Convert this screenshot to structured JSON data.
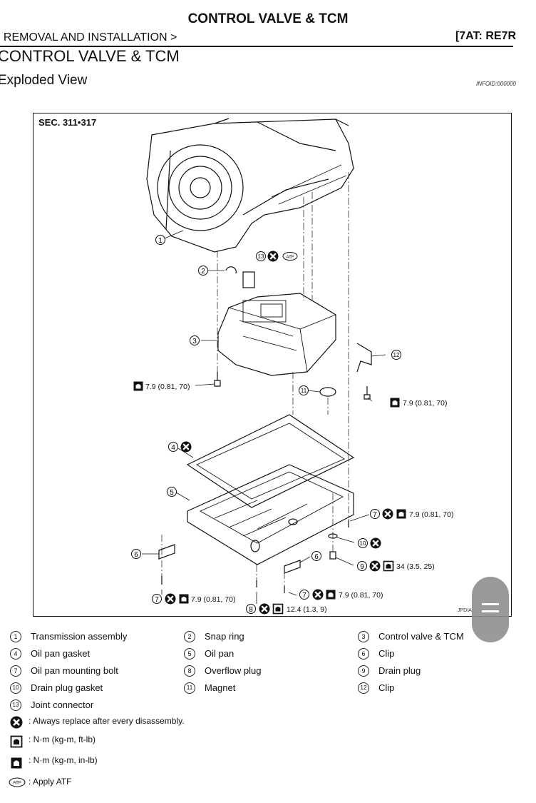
{
  "header": {
    "title": "CONTROL VALVE & TCM",
    "breadcrumb": ": REMOVAL AND INSTALLATION >",
    "code": "[7AT: RE7R"
  },
  "section_title": "CONTROL VALVE & TCM",
  "sub_title": "Exploded View",
  "info_id": "INFOID:000000",
  "figure": {
    "sec": "SEC. 311•317",
    "fig_id": "JPDIA1",
    "callouts": {
      "c1": "1",
      "c2": "2",
      "c3": "3",
      "c4": "4",
      "c5": "5",
      "c6": "6",
      "c6b": "6",
      "c7a": "7",
      "c7b": "7",
      "c7c": "7",
      "c8": "8",
      "c9": "9",
      "c10": "10",
      "c11": "11",
      "c12": "12",
      "c13": "13"
    },
    "torques": {
      "t_left": "7.9 (0.81, 70)",
      "t_right": "7.9 (0.81, 70)",
      "t_pan_right": "7.9 (0.81, 70)",
      "t_drain": "34 (3.5, 25)",
      "t_bottom_left": "7.9 (0.81, 70)",
      "t_bottom_mid": "7.9 (0.81, 70)",
      "t_overflow": "12.4 (1.3, 9)"
    },
    "atf": "ATF"
  },
  "legend": [
    {
      "num": "1",
      "label": "Transmission assembly"
    },
    {
      "num": "2",
      "label": "Snap ring"
    },
    {
      "num": "3",
      "label": "Control valve & TCM"
    },
    {
      "num": "4",
      "label": "Oil pan gasket"
    },
    {
      "num": "5",
      "label": "Oil pan"
    },
    {
      "num": "6",
      "label": "Clip"
    },
    {
      "num": "7",
      "label": "Oil pan mounting bolt"
    },
    {
      "num": "8",
      "label": "Overflow plug"
    },
    {
      "num": "9",
      "label": "Drain plug"
    },
    {
      "num": "10",
      "label": "Drain plug gasket"
    },
    {
      "num": "11",
      "label": "Magnet"
    },
    {
      "num": "12",
      "label": "Clip"
    },
    {
      "num": "13",
      "label": "Joint connector"
    }
  ],
  "symbols": {
    "replace": ": Always replace after every disassembly.",
    "ftlb": ": N·m (kg-m, ft-lb)",
    "inlb": ": N·m (kg-m, in-lb)",
    "atf": ": Apply ATF",
    "atf_icon": "ATF"
  },
  "icons": [
    "replace-icon",
    "torque-ft-lb-icon",
    "torque-in-lb-icon",
    "atf-icon"
  ]
}
